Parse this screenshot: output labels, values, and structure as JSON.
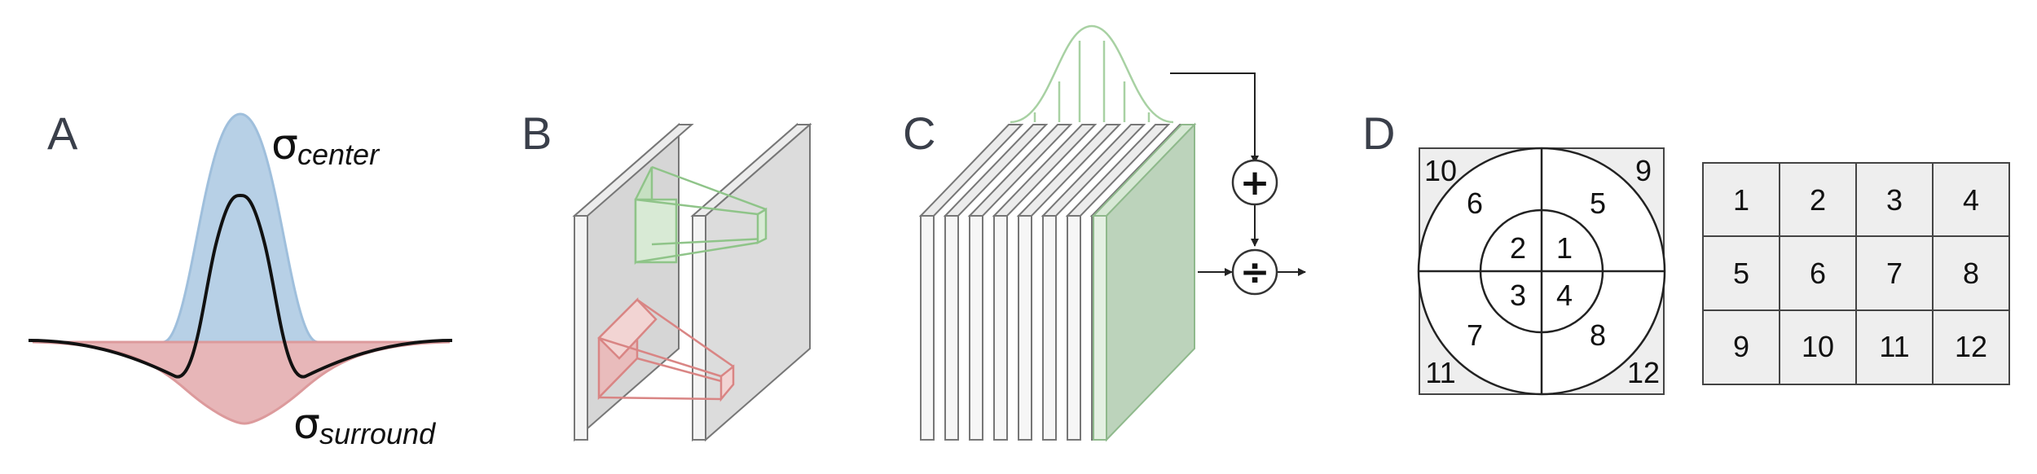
{
  "panels": {
    "a": {
      "letter": "A",
      "center_label": "σ",
      "center_sub": "center",
      "surround_label": "σ",
      "surround_sub": "surround",
      "center_color": "#b7d0e6",
      "surround_color": "#e7b6b8"
    },
    "b": {
      "letter": "B",
      "green_color": "#8fc489",
      "red_color": "#d98584"
    },
    "c": {
      "letter": "C",
      "plus_symbol": "+",
      "divide_symbol": "÷",
      "highlight_color": "#bcd3bb"
    },
    "d": {
      "letter": "D",
      "polar_labels": [
        "1",
        "2",
        "3",
        "4",
        "5",
        "6",
        "7",
        "8",
        "9",
        "10",
        "11",
        "12"
      ],
      "grid_labels": [
        "1",
        "2",
        "3",
        "4",
        "5",
        "6",
        "7",
        "8",
        "9",
        "10",
        "11",
        "12"
      ]
    }
  }
}
